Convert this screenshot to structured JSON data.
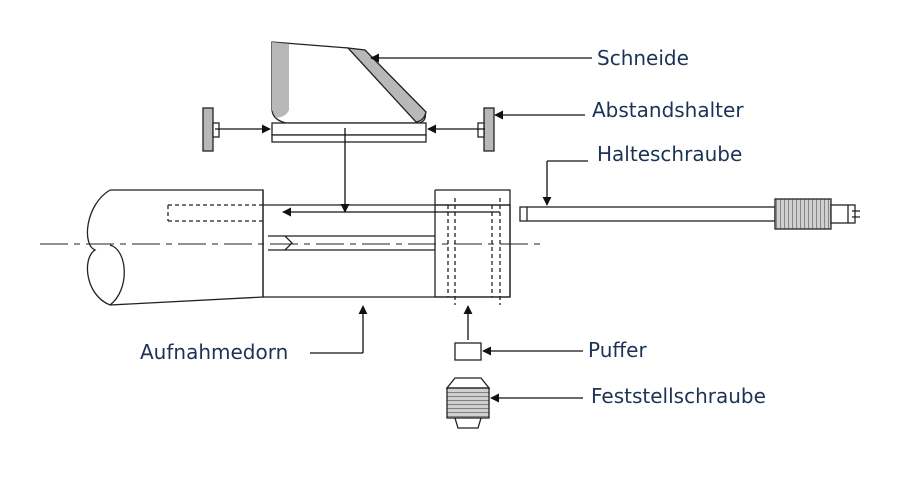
{
  "diagram": {
    "labels": {
      "schneide": "Schneide",
      "abstandshalter": "Abstandshalter",
      "halteschraube": "Halteschraube",
      "aufnahmedorn": "Aufnahmedorn",
      "puffer": "Puffer",
      "feststellschraube": "Feststellschraube"
    },
    "colors": {
      "label_text": "#1c3354",
      "line": "#1a1a1a",
      "shading": "#b8b8b8"
    }
  }
}
